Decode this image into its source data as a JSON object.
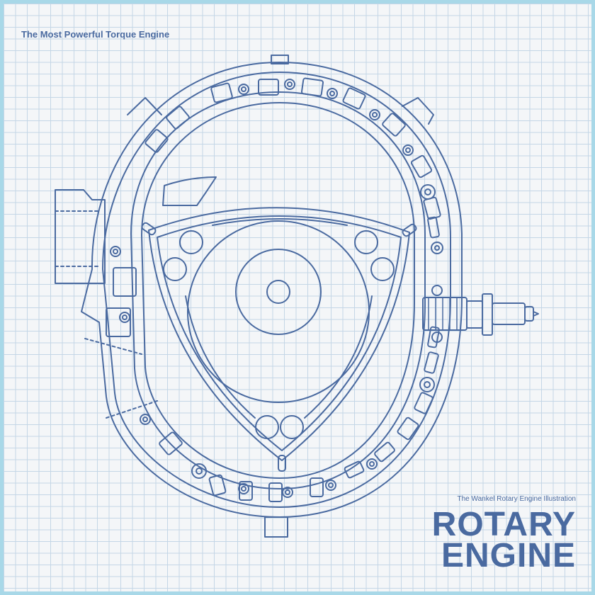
{
  "header": {
    "title": "The Most Powerful Torque Engine"
  },
  "footer": {
    "caption": "The Wankel Rotary Engine Illustration",
    "line1": "ROTARY",
    "line2": "ENGINE"
  },
  "colors": {
    "ink": "#4a6aa0",
    "paper": "#f4f6f8",
    "grid": "#c4d6e6",
    "border": "#a8d8e8"
  }
}
